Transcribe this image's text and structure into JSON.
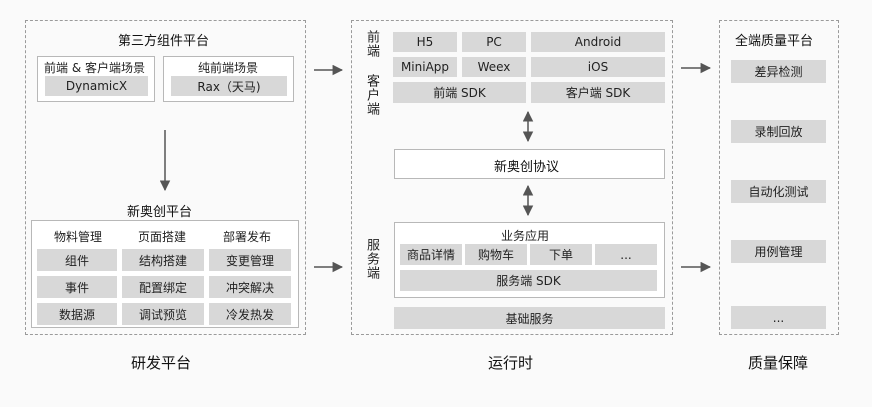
{
  "left": {
    "third_party": {
      "title": "第三方组件平台",
      "group1_title": "前端 & 客户端场景",
      "group1_item": "DynamicX",
      "group2_title": "纯前端场景",
      "group2_item": "Rax（天马)"
    },
    "platform": {
      "title": "新奥创平台",
      "headers": [
        "物料管理",
        "页面搭建",
        "部署发布"
      ],
      "rows": [
        [
          "组件",
          "结构搭建",
          "变更管理"
        ],
        [
          "事件",
          "配置绑定",
          "冲突解决"
        ],
        [
          "数据源",
          "调试预览",
          "冷发热发"
        ]
      ]
    },
    "footer": "研发平台"
  },
  "middle": {
    "client_label": "前端 客户端",
    "server_label": "服务端",
    "top_row": [
      "H5",
      "PC",
      "Android"
    ],
    "mid_row": [
      "MiniApp",
      "Weex",
      "iOS"
    ],
    "sdk_row": [
      "前端 SDK",
      "客户端 SDK"
    ],
    "protocol": "新奥创协议",
    "biz_title": "业务应用",
    "biz_items": [
      "商品详情",
      "购物车",
      "下单",
      "..."
    ],
    "server_sdk": "服务端 SDK",
    "base": "基础服务",
    "footer": "运行时"
  },
  "right": {
    "title": "全端质量平台",
    "items": [
      "差异检测",
      "录制回放",
      "自动化测试",
      "用例管理",
      "..."
    ],
    "footer": "质量保障"
  }
}
